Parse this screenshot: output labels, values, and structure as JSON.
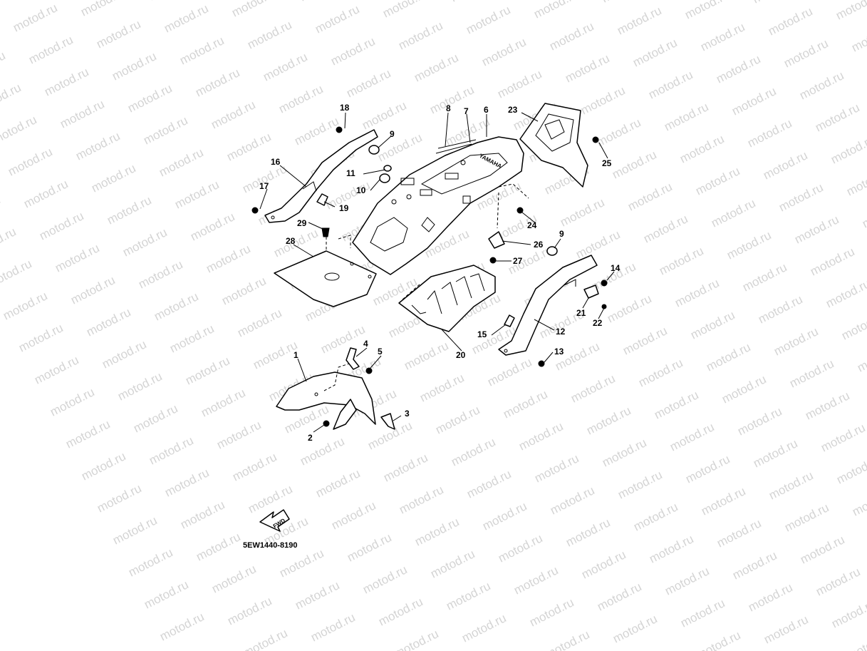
{
  "watermark": {
    "text": "motod.ru"
  },
  "diagram": {
    "part_code": "5EW1440-8190",
    "direction_label": "FWD",
    "fender_logo": "YAMAHA",
    "callouts": [
      "1",
      "2",
      "3",
      "4",
      "5",
      "6",
      "7",
      "8",
      "9",
      "9",
      "10",
      "11",
      "12",
      "13",
      "14",
      "15",
      "16",
      "17",
      "18",
      "19",
      "20",
      "21",
      "22",
      "23",
      "24",
      "25",
      "26",
      "27",
      "28",
      "29"
    ]
  }
}
